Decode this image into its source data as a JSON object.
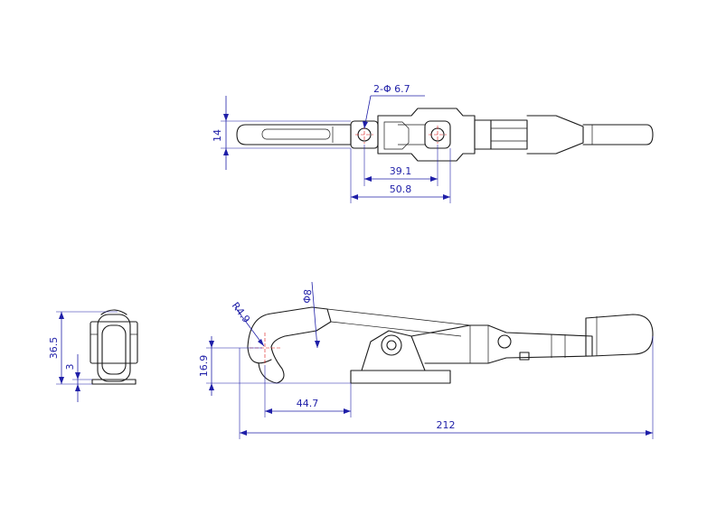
{
  "drawing": {
    "colors": {
      "outline": "#1a1a1a",
      "dimension": "#1f1fa8",
      "centerline": "#dd1111"
    },
    "dimensions": {
      "top_height": "14",
      "hole_spec": "2-Φ 6.7",
      "hole_spacing": "39.1",
      "base_length": "50.8",
      "side_height": "36.5",
      "side_plate": "3",
      "hook_radius": "R4.9",
      "pin_diameter": "Φ8",
      "hook_height": "16.9",
      "hook_offset": "44.7",
      "overall_length": "212"
    }
  }
}
